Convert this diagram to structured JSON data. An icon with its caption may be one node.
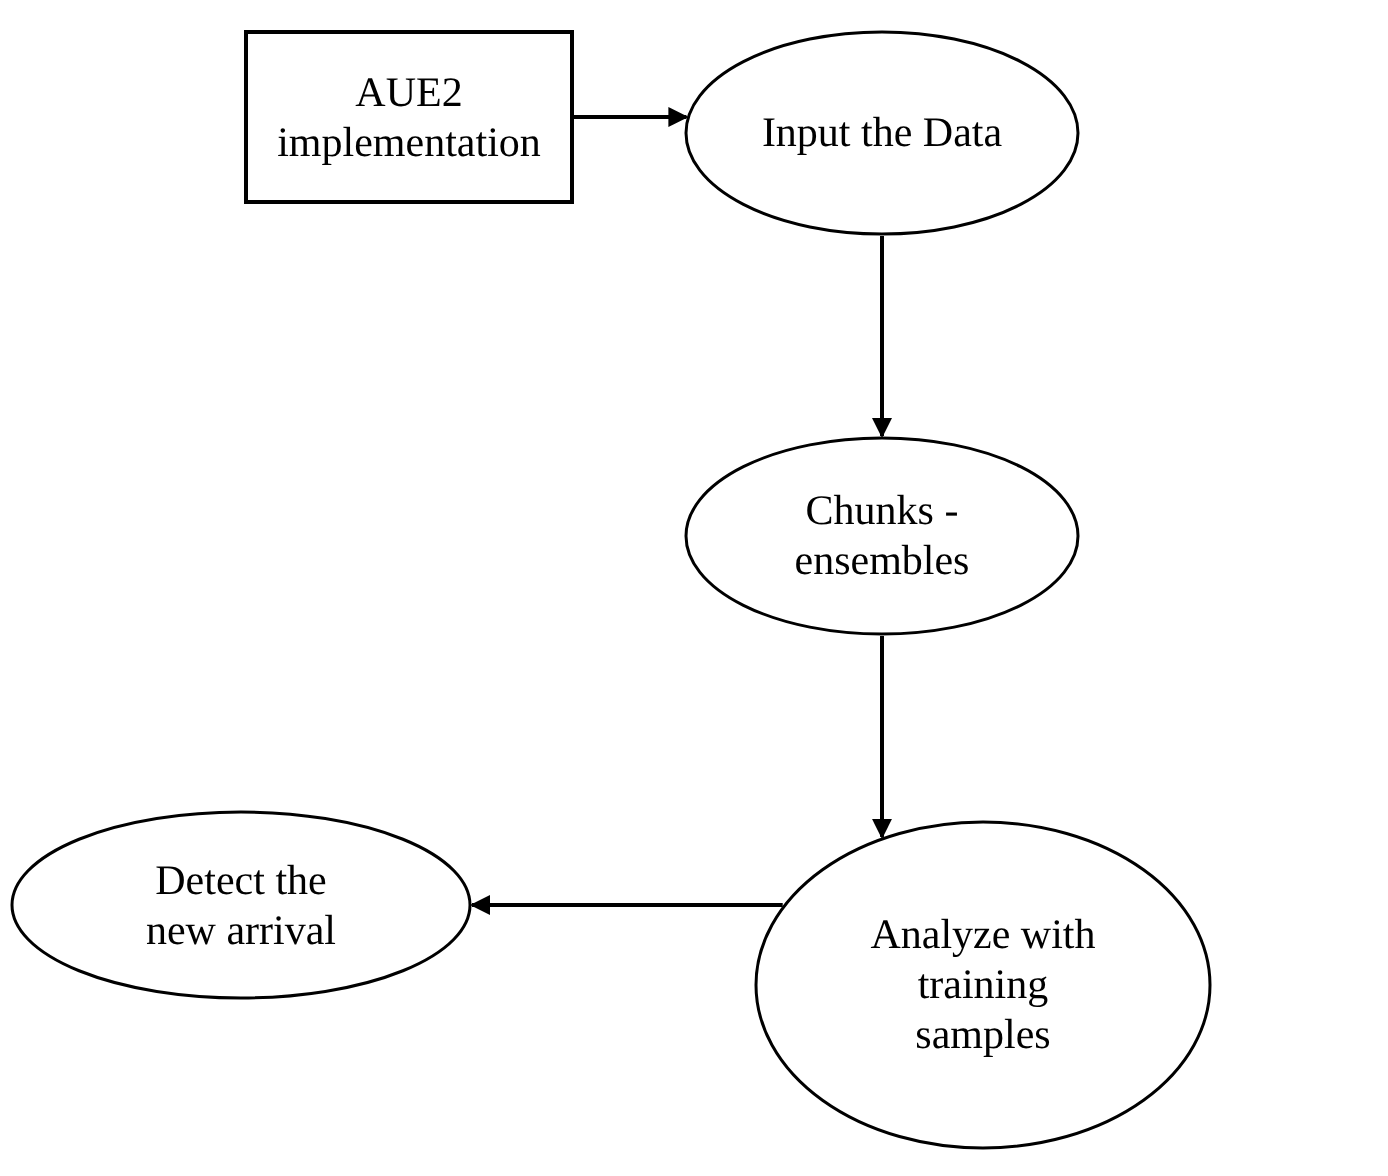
{
  "diagram": {
    "nodes": [
      {
        "text": [
          "AUE2 implementation"
        ]
      },
      {
        "text": [
          "Input the Data"
        ]
      },
      {
        "text": [
          "Chunks - ensembles"
        ]
      },
      {
        "text": [
          "Analyze with training samples"
        ]
      },
      {
        "text": [
          "Detect the new arrival"
        ]
      }
    ],
    "edges": [
      {
        "from": 0,
        "to": 1,
        "arrow": "to"
      },
      {
        "from": 1,
        "to": 2,
        "arrow": "to"
      },
      {
        "from": 2,
        "to": 3,
        "arrow": "to"
      },
      {
        "from": 3,
        "to": 4,
        "arrow": "to"
      }
    ]
  }
}
